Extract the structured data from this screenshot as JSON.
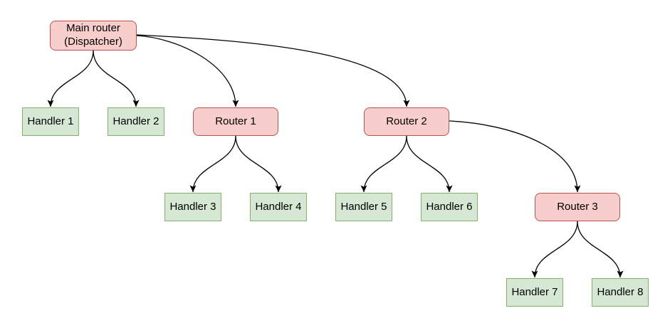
{
  "diagram": {
    "nodes": [
      {
        "id": "main-router",
        "label": "Main router\n(Dispatcher)",
        "type": "router"
      },
      {
        "id": "handler-1",
        "label": "Handler 1",
        "type": "handler"
      },
      {
        "id": "handler-2",
        "label": "Handler 2",
        "type": "handler"
      },
      {
        "id": "router-1",
        "label": "Router 1",
        "type": "router"
      },
      {
        "id": "router-2",
        "label": "Router 2",
        "type": "router"
      },
      {
        "id": "handler-3",
        "label": "Handler 3",
        "type": "handler"
      },
      {
        "id": "handler-4",
        "label": "Handler 4",
        "type": "handler"
      },
      {
        "id": "handler-5",
        "label": "Handler 5",
        "type": "handler"
      },
      {
        "id": "handler-6",
        "label": "Handler 6",
        "type": "handler"
      },
      {
        "id": "router-3",
        "label": "Router 3",
        "type": "router"
      },
      {
        "id": "handler-7",
        "label": "Handler 7",
        "type": "handler"
      },
      {
        "id": "handler-8",
        "label": "Handler 8",
        "type": "handler"
      }
    ],
    "edges": [
      {
        "from": "main-router",
        "to": "handler-1"
      },
      {
        "from": "main-router",
        "to": "handler-2"
      },
      {
        "from": "main-router",
        "to": "router-1"
      },
      {
        "from": "main-router",
        "to": "router-2"
      },
      {
        "from": "router-1",
        "to": "handler-3"
      },
      {
        "from": "router-1",
        "to": "handler-4"
      },
      {
        "from": "router-2",
        "to": "handler-5"
      },
      {
        "from": "router-2",
        "to": "handler-6"
      },
      {
        "from": "router-2",
        "to": "router-3"
      },
      {
        "from": "router-3",
        "to": "handler-7"
      },
      {
        "from": "router-3",
        "to": "handler-8"
      }
    ],
    "colors": {
      "router_fill": "#f8cecc",
      "router_border": "#b85450",
      "handler_fill": "#d5e8d4",
      "handler_border": "#82b366",
      "edge": "#000000",
      "text": "#000000",
      "background": "#ffffff"
    }
  }
}
